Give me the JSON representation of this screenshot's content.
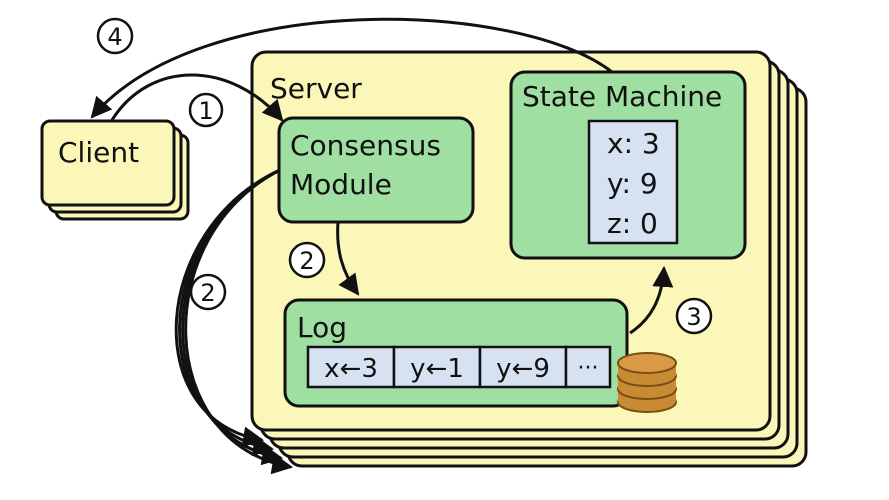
{
  "client": {
    "label": "Client"
  },
  "server": {
    "label": "Server"
  },
  "consensus": {
    "line1": "Consensus",
    "line2": "Module"
  },
  "state_machine": {
    "title": "State Machine",
    "vars": [
      "x: 3",
      "y: 9",
      "z: 0"
    ]
  },
  "log": {
    "title": "Log",
    "entries": [
      "x←3",
      "y←1",
      "y←9",
      "···"
    ]
  },
  "steps": {
    "s1": "1",
    "s2a": "2",
    "s2b": "2",
    "s3": "3",
    "s4": "4"
  },
  "colors": {
    "server_fill": "#fbf7b8",
    "module_fill": "#9fe0a2",
    "var_fill": "#d6e2f2",
    "disk_fill": "#c98a34",
    "stroke": "#111111"
  }
}
